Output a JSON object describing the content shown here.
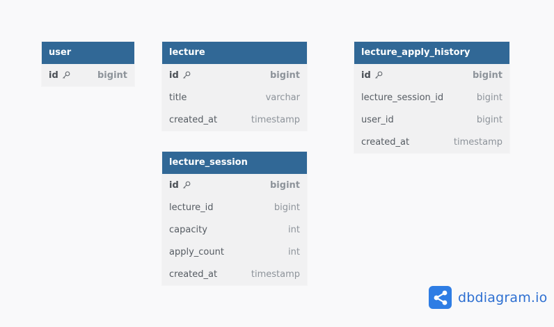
{
  "tables": {
    "user": {
      "name": "user",
      "columns": [
        {
          "name": "id",
          "type": "bigint",
          "pk": true
        }
      ]
    },
    "lecture": {
      "name": "lecture",
      "columns": [
        {
          "name": "id",
          "type": "bigint",
          "pk": true
        },
        {
          "name": "title",
          "type": "varchar"
        },
        {
          "name": "created_at",
          "type": "timestamp"
        }
      ]
    },
    "lecture_session": {
      "name": "lecture_session",
      "columns": [
        {
          "name": "id",
          "type": "bigint",
          "pk": true
        },
        {
          "name": "lecture_id",
          "type": "bigint"
        },
        {
          "name": "capacity",
          "type": "int"
        },
        {
          "name": "apply_count",
          "type": "int"
        },
        {
          "name": "created_at",
          "type": "timestamp"
        }
      ]
    },
    "lecture_apply_history": {
      "name": "lecture_apply_history",
      "columns": [
        {
          "name": "id",
          "type": "bigint",
          "pk": true
        },
        {
          "name": "lecture_session_id",
          "type": "bigint"
        },
        {
          "name": "user_id",
          "type": "bigint"
        },
        {
          "name": "created_at",
          "type": "timestamp"
        }
      ]
    }
  },
  "icons": {
    "primary_key": "key-icon",
    "brand": "share-nodes-icon"
  },
  "brand": {
    "text": "dbdiagram.io"
  },
  "colors": {
    "header": "#316896",
    "brand": "#2f7de4"
  }
}
